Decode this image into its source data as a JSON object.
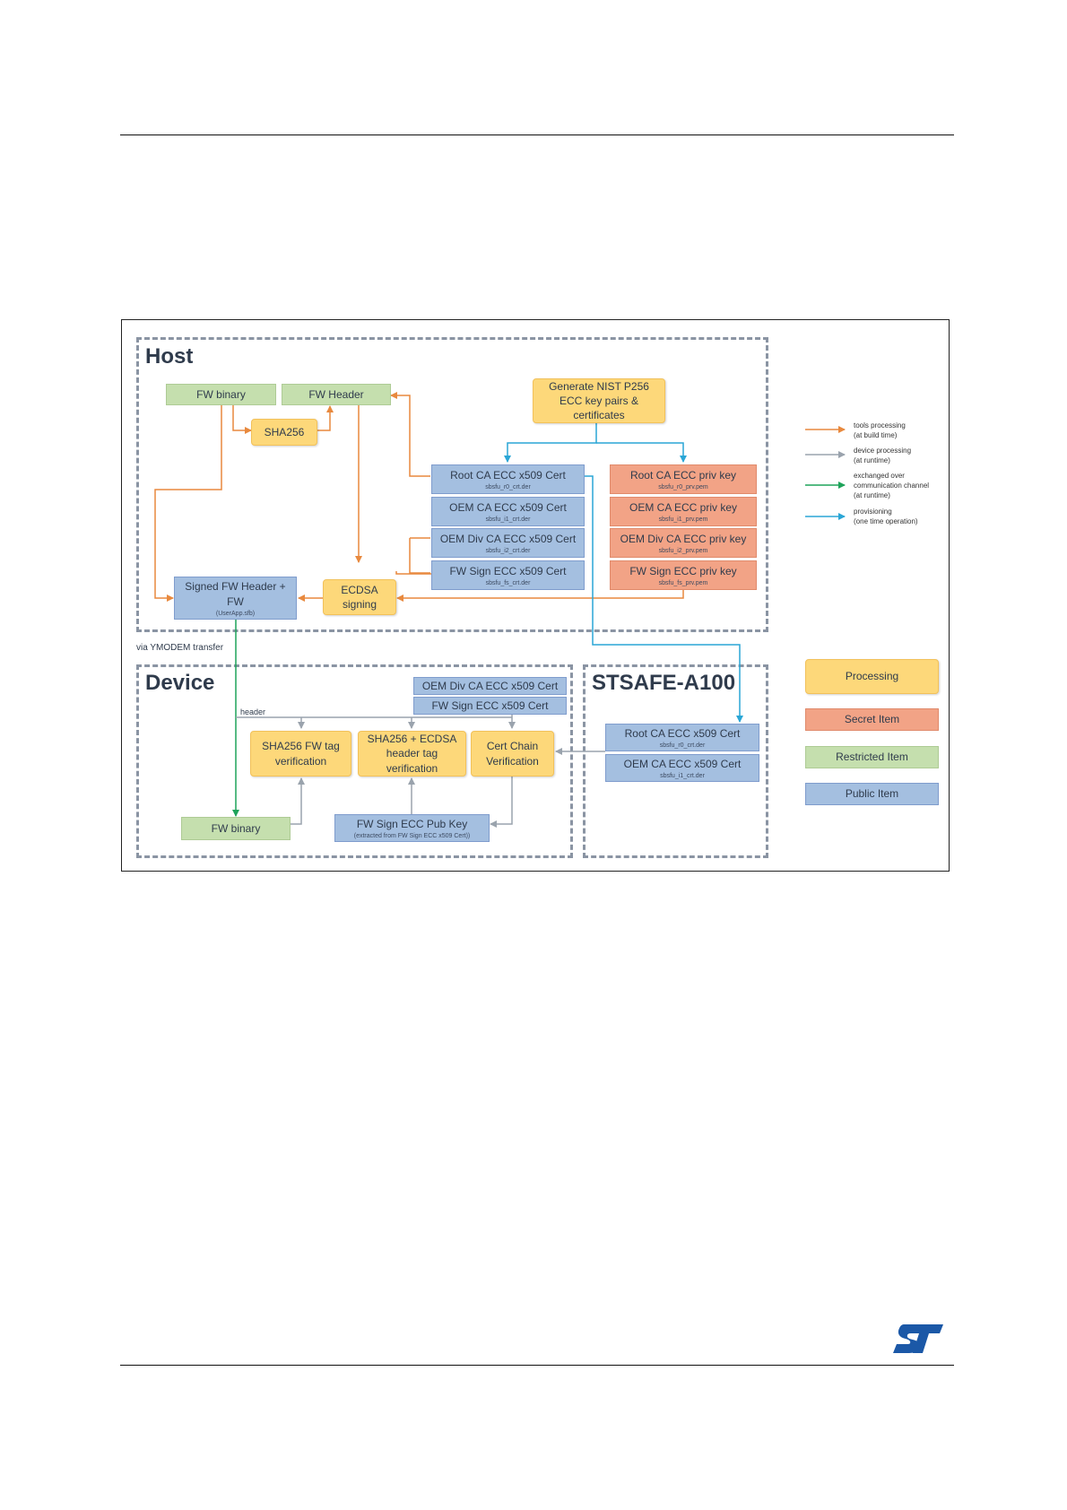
{
  "zones": {
    "host": "Host",
    "device": "Device",
    "stsafe": "STSAFE-A100"
  },
  "host": {
    "fw_binary": "FW binary",
    "fw_header": "FW Header",
    "sha256": "SHA256",
    "generate": "Generate NIST P256 ECC key pairs & certificates",
    "certs": [
      {
        "label": "Root CA ECC x509 Cert",
        "file": "sbsfu_r0_crt.der"
      },
      {
        "label": "OEM CA ECC x509 Cert",
        "file": "sbsfu_i1_crt.der"
      },
      {
        "label": "OEM Div CA ECC x509 Cert",
        "file": "sbsfu_i2_crt.der"
      },
      {
        "label": "FW Sign ECC x509 Cert",
        "file": "sbsfu_fs_crt.der"
      }
    ],
    "keys": [
      {
        "label": "Root CA ECC priv key",
        "file": "sbsfu_r0_prv.pem"
      },
      {
        "label": "OEM CA ECC priv key",
        "file": "sbsfu_i1_prv.pem"
      },
      {
        "label": "OEM Div CA ECC priv key",
        "file": "sbsfu_i2_prv.pem"
      },
      {
        "label": "FW Sign ECC priv key",
        "file": "sbsfu_fs_prv.pem"
      }
    ],
    "signed_fw": "Signed FW Header + FW",
    "signed_fw_file": "(UserApp.sfb)",
    "ecdsa": "ECDSA signing"
  },
  "transfer_label": "via YMODEM transfer",
  "device": {
    "oem_div_cert": "OEM Div CA ECC x509 Cert",
    "fw_sign_cert": "FW Sign ECC x509 Cert",
    "header_label": "header",
    "sha_tag": "SHA256  FW tag verification",
    "sha_ecdsa": "SHA256 + ECDSA header tag verification",
    "cert_chain": "Cert Chain Verification",
    "fw_binary": "FW binary",
    "pub_key": "FW Sign ECC Pub Key",
    "pub_key_note": "(extracted from FW Sign ECC x509 Cert))"
  },
  "stsafe": {
    "root_cert": "Root CA ECC x509 Cert",
    "root_file": "sbsfu_r0_crt.der",
    "oem_cert": "OEM CA ECC x509 Cert",
    "oem_file": "sbsfu_i1_crt.der"
  },
  "legend": {
    "arrows": [
      {
        "text": "tools processing\n(at build time)",
        "color": "#e8893e"
      },
      {
        "text": "device processing\n(at runtime)",
        "color": "#9aa3ad"
      },
      {
        "text": "exchanged over\ncommunication channel\n(at runtime)",
        "color": "#1ea35a"
      },
      {
        "text": "provisioning\n(one time operation)",
        "color": "#2aa6d6"
      }
    ],
    "processing": "Processing",
    "secret": "Secret Item",
    "restricted": "Restricted Item",
    "public": "Public Item"
  },
  "colors": {
    "orange": "#e8893e",
    "gray": "#9aa3ad",
    "green": "#1ea35a",
    "cyan": "#2aa6d6"
  },
  "logo": "ST"
}
